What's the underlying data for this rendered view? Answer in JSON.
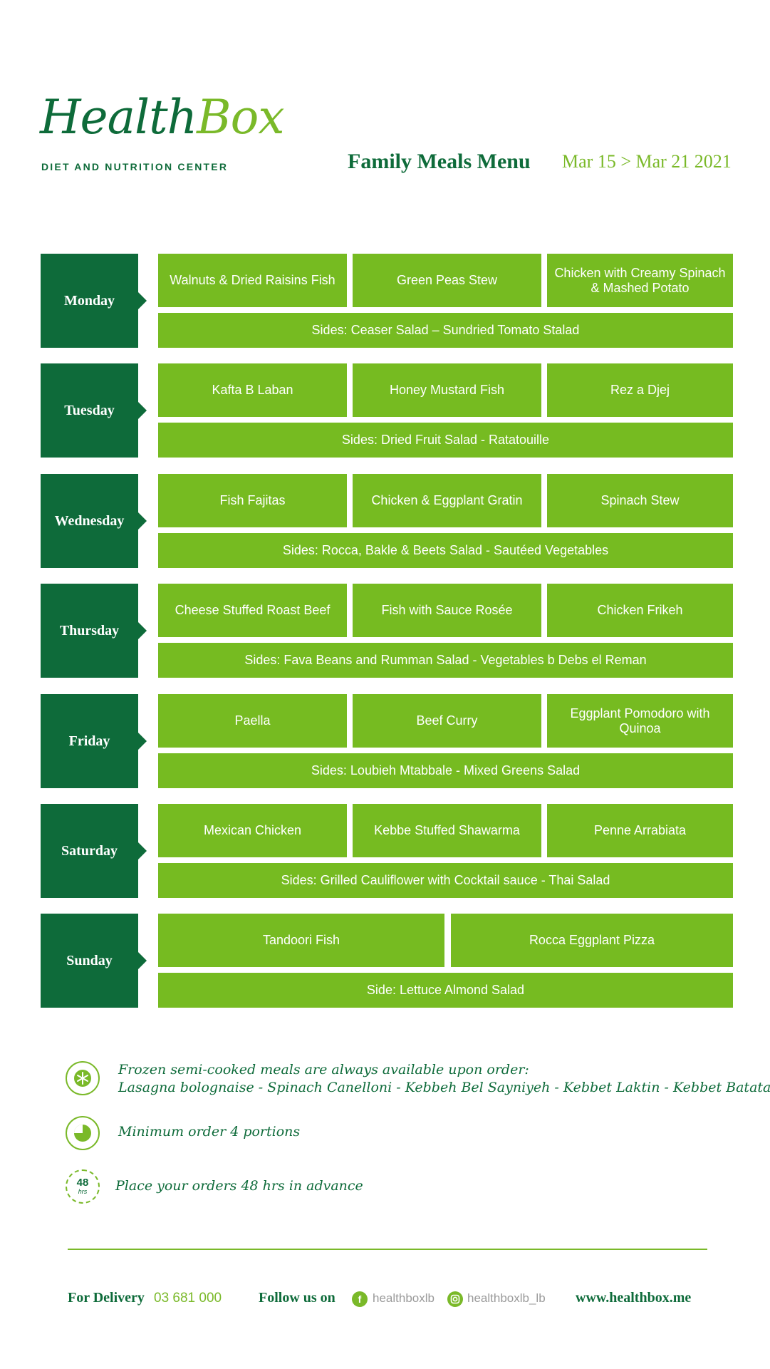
{
  "brand": {
    "logo_health": "Health",
    "logo_box": "Box",
    "tagline": "DIET AND NUTRITION CENTER"
  },
  "header": {
    "title": "Family Meals Menu",
    "dates": "Mar 15 > Mar 21 2021"
  },
  "days": [
    {
      "day": "Monday",
      "meals": [
        "Walnuts & Dried Raisins Fish",
        "Green Peas Stew",
        "Chicken with Creamy Spinach & Mashed Potato"
      ],
      "sides": "Sides: Ceaser Salad – Sundried Tomato Stalad"
    },
    {
      "day": "Tuesday",
      "meals": [
        "Kafta B Laban",
        "Honey Mustard Fish",
        "Rez a Djej"
      ],
      "sides": "Sides: Dried Fruit Salad - Ratatouille"
    },
    {
      "day": "Wednesday",
      "meals": [
        "Fish Fajitas",
        "Chicken & Eggplant Gratin",
        "Spinach Stew"
      ],
      "sides": "Sides:  Rocca, Bakle & Beets Salad - Sautéed Vegetables"
    },
    {
      "day": "Thursday",
      "meals": [
        "Cheese Stuffed Roast Beef",
        "Fish with Sauce Rosée",
        "Chicken Frikeh"
      ],
      "sides": "Sides: Fava Beans and Rumman Salad - Vegetables b Debs el Reman"
    },
    {
      "day": "Friday",
      "meals": [
        "Paella",
        "Beef Curry",
        "Eggplant Pomodoro with Quinoa"
      ],
      "sides": "Sides: Loubieh Mtabbale - Mixed Greens Salad"
    },
    {
      "day": "Saturday",
      "meals": [
        "Mexican Chicken",
        "Kebbe Stuffed Shawarma",
        "Penne Arrabiata"
      ],
      "sides": "Sides: Grilled Cauliflower with Cocktail sauce - Thai Salad"
    },
    {
      "day": "Sunday",
      "meals": [
        "Tandoori Fish",
        "Rocca Eggplant Pizza"
      ],
      "sides": "Side: Lettuce Almond Salad"
    }
  ],
  "info": {
    "frozen_line1": "Frozen semi-cooked meals are always available upon order:",
    "frozen_line2": "Lasagna bolognaise - Spinach Canelloni - Kebbeh Bel Sayniyeh - Kebbet Laktin - Kebbet Batata",
    "minimum": "Minimum order 4 portions",
    "advance_icon_num": "48",
    "advance_icon_unit": "hrs",
    "advance": "Place your orders 48 hrs in advance"
  },
  "footer": {
    "delivery_label": "For Delivery",
    "delivery_phone": "03 681 000",
    "follow_label": "Follow us on",
    "facebook": "healthboxlb",
    "instagram": "healthboxlb_lb",
    "website": "www.healthbox.me"
  }
}
